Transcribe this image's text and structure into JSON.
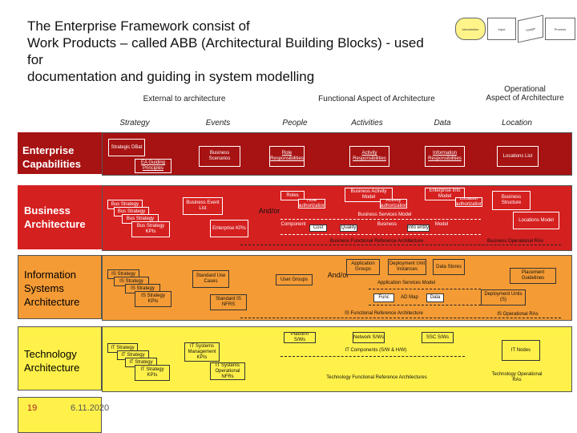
{
  "title": {
    "line1": "The Enterprise Framework consist of",
    "line2": "Work Products – called ABB (Architectural Building Blocks) - used for",
    "line3": "documentation and guiding in system modelling"
  },
  "nav": [
    "Introduction",
    "Input",
    "Usage",
    "Process"
  ],
  "top_headers": {
    "external": "External to architecture",
    "functional": "Functional Aspect of Architecture",
    "operational_1": "Operational",
    "operational_2": "Aspect of Architecture"
  },
  "columns": {
    "strategy": "Strategy",
    "events": "Events",
    "people": "People",
    "activities": "Activities",
    "data": "Data",
    "location": "Location"
  },
  "rows": {
    "enterprise_1": "Enterprise",
    "enterprise_2": "Capabilities",
    "business_1": "Business",
    "business_2": "Architecture",
    "is_1": "Information",
    "is_2": "Systems",
    "is_3": "Architecture",
    "tech_1": "Technology",
    "tech_2": "Architecture"
  },
  "enterprise": {
    "strategic_dbat": "Strategic DBat",
    "ea_guiding": "EA Guiding Principles",
    "business_scenarios": "Business Scenarios",
    "role_responsibilities": "Role Responsibilities",
    "activity_responsibilities": "Activity Responsibilities",
    "information_responsibilities": "Information Responsibilities",
    "locations_list": "Locations List"
  },
  "business": {
    "bus_strategy_1": "Bus Strategy",
    "bus_strategy_2": "Bus Strategy",
    "bus_strategy_3": "Bus Strategy",
    "bus_strategy_4": "Bus Strategy",
    "kpis": "KPIs",
    "business_event_list": "Business Event List",
    "enterprise_kpis": "Enterprise KPIs",
    "roles": "Roles",
    "and_or": "And/or",
    "role_authorization": "Role authorization",
    "business_activity_model": "Business Activity Model",
    "activity_authorization": "Activity authorization",
    "enterprise_info_model": "Enterprise Info Model",
    "location_authorization": "Location authorization",
    "business_structure": "Business Structure",
    "business_services_model": "Business Services Model",
    "component": "Component",
    "business": "Business",
    "model": "Model",
    "cost": "Cost",
    "quality": "Quality",
    "info_entity": "Info entity",
    "locations_model": "Locations Model",
    "bfra": "Business Functional Reference Architecture",
    "bora": "Business Operational RAs"
  },
  "is": {
    "is_strategy_1": "IS Strategy",
    "is_strategy_2": "IS Strategy",
    "is_strategy_3": "IS Strategy",
    "is_strategy_4": "IS Strategy",
    "kpis": "KPIs",
    "standard_use_cases": "Standard Use Cases",
    "standard_is_nfrs": "Standard IS NFRS",
    "user_groups": "User Groups",
    "and_or": "And/or",
    "application_groups": "Application Groups",
    "deployment_unit_instances": "Deployment Unit Instances",
    "data_stores": "Data Stores",
    "placement_guidelines": "Placement Guidelines",
    "application_services_model": "Application Services Model",
    "func": "Func",
    "ad_map": "AD Map",
    "data": "Data",
    "deployment_units": "Deployment Units (S)",
    "isfra": "IS Functional Reference Architecture",
    "isora": "IS Operational RAs"
  },
  "tech": {
    "it_strategy_1": "IT Strategy",
    "it_strategy_2": "IT Strategy",
    "it_strategy_3": "IT Strategy",
    "it_strategy_4": "IT Strategy",
    "kpis": "KPIs",
    "it_systems_management": "IT Systems Management KPIs",
    "it_systems_operational": "IT Systems Operational NFRs",
    "platform_s_ws": "Platform S/Ws",
    "network_s_ws": "Network S/Ws",
    "ssc_s_ws": "SSC S/Ws",
    "it_components": "IT Components (S/W & H/W)",
    "it_nodes": "IT Nodes",
    "tfra": "Technology Functional Reference Architectures",
    "tora_1": "Technology Operational",
    "tora_2": "RAs"
  },
  "footer": {
    "page_number": "19",
    "date": "6.11.2020"
  }
}
